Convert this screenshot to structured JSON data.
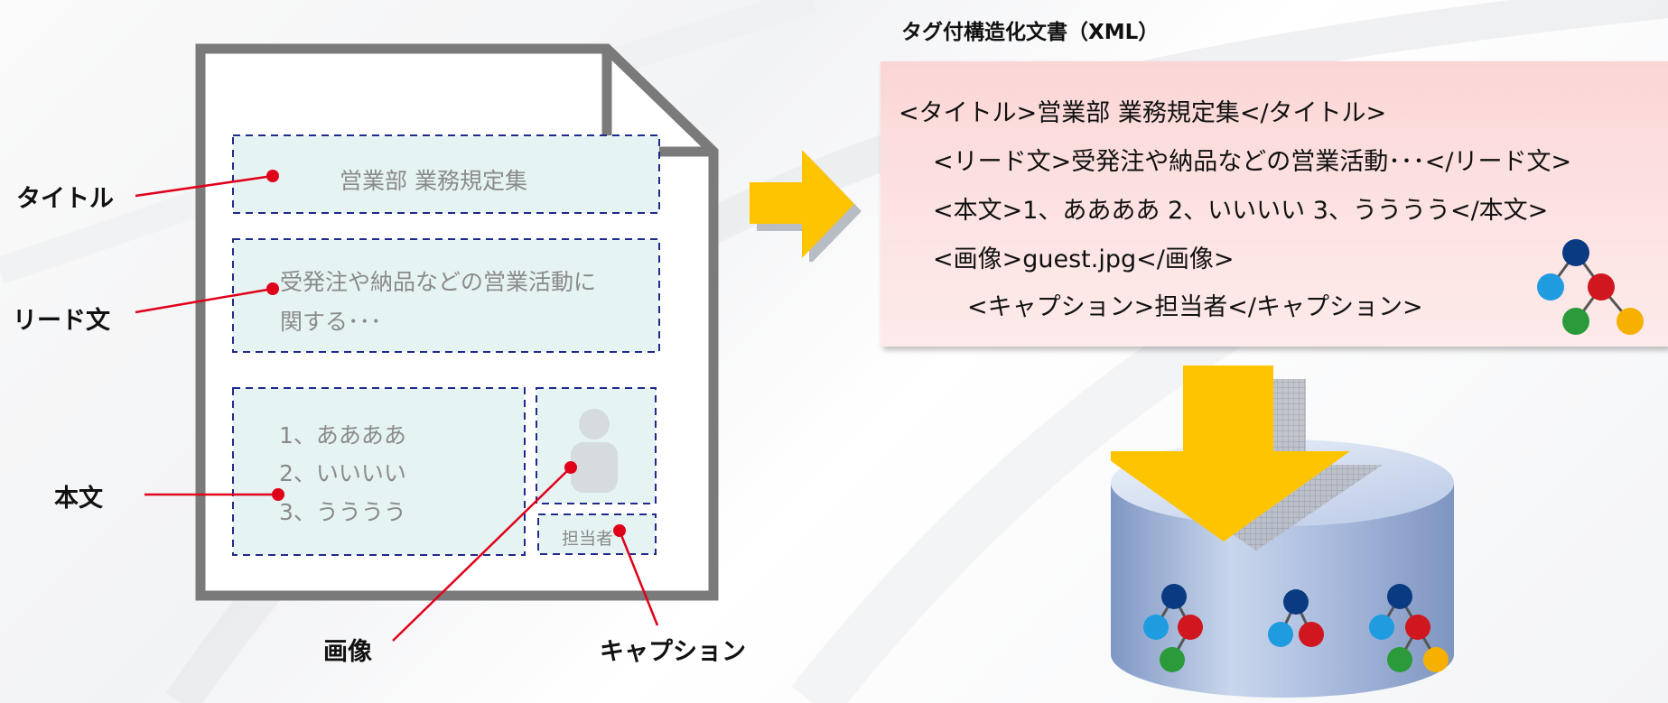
{
  "labels": {
    "title": "タイトル",
    "lead": "リード文",
    "body": "本文",
    "image": "画像",
    "caption": "キャプション"
  },
  "document": {
    "title_text": "営業部 業務規定集",
    "lead_line1": "受発注や納品などの営業活動に",
    "lead_line2": "関する･･･",
    "body_lines": [
      "1、ああああ",
      "2、いいいい",
      "3、うううう"
    ],
    "caption_text": "担当者"
  },
  "xml": {
    "heading": "タグ付構造化文書（XML）",
    "lines": [
      "<タイトル>営業部 業務規定集</タイトル>",
      "<リード文>受発注や納品などの営業活動･･･</リード文>",
      "<本文>1、ああああ 2、いいいい 3、うううう</本文>",
      "<画像>guest.jpg</画像>",
      "<キャプション>担当者</キャプション>"
    ]
  },
  "colors": {
    "leader": "#e0001a",
    "region_fill": "#e6f3f3",
    "region_border": "#1f2a8a",
    "arrow": "#ffc400",
    "xml_box": "#fbd6d6",
    "cylinder": "#9fb6d9",
    "node_navy": "#0a3a82",
    "node_cyan": "#1f9be0",
    "node_red": "#d0161e",
    "node_green": "#2a9a3a",
    "node_orange": "#f5b000"
  }
}
